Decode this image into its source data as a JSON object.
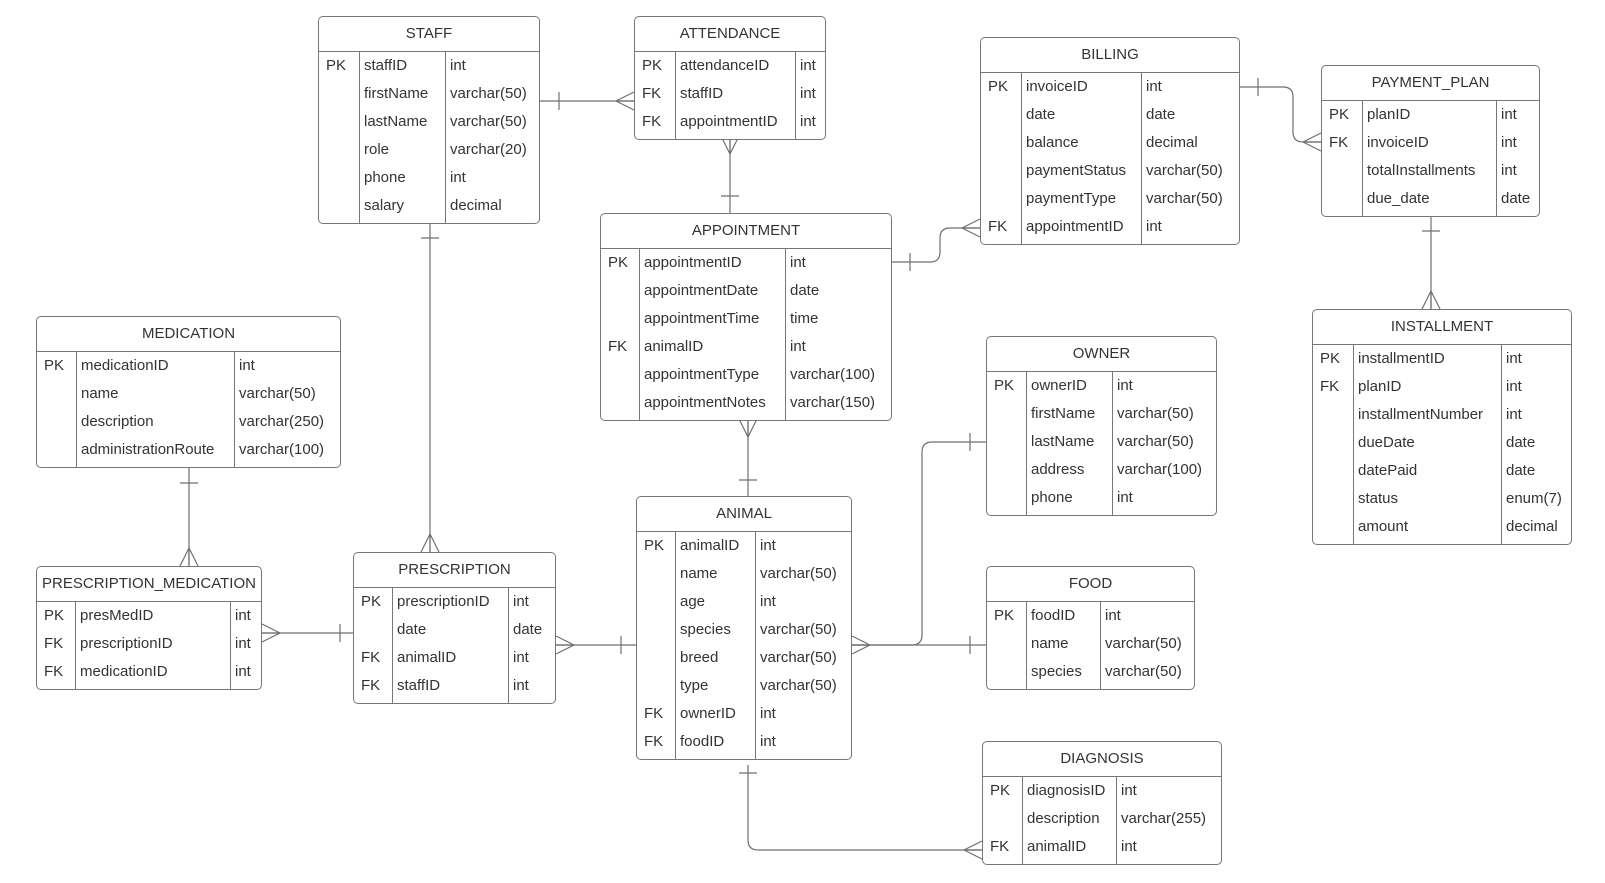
{
  "entities": [
    {
      "id": "staff",
      "title": "STAFF",
      "rows": [
        {
          "key": "PK",
          "name": "staffID",
          "type": "int"
        },
        {
          "key": "",
          "name": "firstName",
          "type": "varchar(50)"
        },
        {
          "key": "",
          "name": "lastName",
          "type": "varchar(50)"
        },
        {
          "key": "",
          "name": "role",
          "type": "varchar(20)"
        },
        {
          "key": "",
          "name": "phone",
          "type": "int"
        },
        {
          "key": "",
          "name": "salary",
          "type": "decimal"
        }
      ]
    },
    {
      "id": "attendance",
      "title": "ATTENDANCE",
      "rows": [
        {
          "key": "PK",
          "name": "attendanceID",
          "type": "int"
        },
        {
          "key": "FK",
          "name": "staffID",
          "type": "int"
        },
        {
          "key": "FK",
          "name": "appointmentID",
          "type": "int"
        }
      ]
    },
    {
      "id": "billing",
      "title": "BILLING",
      "rows": [
        {
          "key": "PK",
          "name": "invoiceID",
          "type": "int"
        },
        {
          "key": "",
          "name": "date",
          "type": "date"
        },
        {
          "key": "",
          "name": "balance",
          "type": "decimal"
        },
        {
          "key": "",
          "name": "paymentStatus",
          "type": "varchar(50)"
        },
        {
          "key": "",
          "name": "paymentType",
          "type": "varchar(50)"
        },
        {
          "key": "FK",
          "name": "appointmentID",
          "type": "int"
        }
      ]
    },
    {
      "id": "payment_plan",
      "title": "PAYMENT_PLAN",
      "rows": [
        {
          "key": "PK",
          "name": "planID",
          "type": "int"
        },
        {
          "key": "FK",
          "name": "invoiceID",
          "type": "int"
        },
        {
          "key": "",
          "name": "totalInstallments",
          "type": "int"
        },
        {
          "key": "",
          "name": "due_date",
          "type": "date"
        }
      ]
    },
    {
      "id": "appointment",
      "title": "APPOINTMENT",
      "rows": [
        {
          "key": "PK",
          "name": "appointmentID",
          "type": "int"
        },
        {
          "key": "",
          "name": "appointmentDate",
          "type": "date"
        },
        {
          "key": "",
          "name": "appointmentTime",
          "type": "time"
        },
        {
          "key": "FK",
          "name": "animalID",
          "type": "int"
        },
        {
          "key": "",
          "name": "appointmentType",
          "type": "varchar(100)"
        },
        {
          "key": "",
          "name": "appointmentNotes",
          "type": "varchar(150)"
        }
      ]
    },
    {
      "id": "medication",
      "title": "MEDICATION",
      "rows": [
        {
          "key": "PK",
          "name": "medicationID",
          "type": "int"
        },
        {
          "key": "",
          "name": "name",
          "type": "varchar(50)"
        },
        {
          "key": "",
          "name": "description",
          "type": "varchar(250)"
        },
        {
          "key": "",
          "name": "administrationRoute",
          "type": "varchar(100)"
        }
      ]
    },
    {
      "id": "owner",
      "title": "OWNER",
      "rows": [
        {
          "key": "PK",
          "name": "ownerID",
          "type": "int"
        },
        {
          "key": "",
          "name": "firstName",
          "type": "varchar(50)"
        },
        {
          "key": "",
          "name": "lastName",
          "type": "varchar(50)"
        },
        {
          "key": "",
          "name": "address",
          "type": "varchar(100)"
        },
        {
          "key": "",
          "name": "phone",
          "type": "int"
        }
      ]
    },
    {
      "id": "installment",
      "title": "INSTALLMENT",
      "rows": [
        {
          "key": "PK",
          "name": "installmentID",
          "type": "int"
        },
        {
          "key": "FK",
          "name": "planID",
          "type": "int"
        },
        {
          "key": "",
          "name": "installmentNumber",
          "type": "int"
        },
        {
          "key": "",
          "name": "dueDate",
          "type": "date"
        },
        {
          "key": "",
          "name": "datePaid",
          "type": "date"
        },
        {
          "key": "",
          "name": "status",
          "type": "enum(7)"
        },
        {
          "key": "",
          "name": "amount",
          "type": "decimal"
        }
      ]
    },
    {
      "id": "animal",
      "title": "ANIMAL",
      "rows": [
        {
          "key": "PK",
          "name": "animalID",
          "type": "int"
        },
        {
          "key": "",
          "name": "name",
          "type": "varchar(50)"
        },
        {
          "key": "",
          "name": "age",
          "type": "int"
        },
        {
          "key": "",
          "name": "species",
          "type": "varchar(50)"
        },
        {
          "key": "",
          "name": "breed",
          "type": "varchar(50)"
        },
        {
          "key": "",
          "name": "type",
          "type": "varchar(50)"
        },
        {
          "key": "FK",
          "name": "ownerID",
          "type": "int"
        },
        {
          "key": "FK",
          "name": "foodID",
          "type": "int"
        }
      ]
    },
    {
      "id": "prescription",
      "title": "PRESCRIPTION",
      "rows": [
        {
          "key": "PK",
          "name": "prescriptionID",
          "type": "int"
        },
        {
          "key": "",
          "name": "date",
          "type": "date"
        },
        {
          "key": "FK",
          "name": "animalID",
          "type": "int"
        },
        {
          "key": "FK",
          "name": "staffID",
          "type": "int"
        }
      ]
    },
    {
      "id": "prescription_medication",
      "title": "PRESCRIPTION_MEDICATION",
      "rows": [
        {
          "key": "PK",
          "name": "presMedID",
          "type": "int"
        },
        {
          "key": "FK",
          "name": "prescriptionID",
          "type": "int"
        },
        {
          "key": "FK",
          "name": "medicationID",
          "type": "int"
        }
      ]
    },
    {
      "id": "food",
      "title": "FOOD",
      "rows": [
        {
          "key": "PK",
          "name": "foodID",
          "type": "int"
        },
        {
          "key": "",
          "name": "name",
          "type": "varchar(50)"
        },
        {
          "key": "",
          "name": "species",
          "type": "varchar(50)"
        }
      ]
    },
    {
      "id": "diagnosis",
      "title": "DIAGNOSIS",
      "rows": [
        {
          "key": "PK",
          "name": "diagnosisID",
          "type": "int"
        },
        {
          "key": "",
          "name": "description",
          "type": "varchar(255)"
        },
        {
          "key": "FK",
          "name": "animalID",
          "type": "int"
        }
      ]
    }
  ],
  "relationships": [
    {
      "from": "staff",
      "to": "attendance",
      "from_card": "one",
      "to_card": "many"
    },
    {
      "from": "appointment",
      "to": "attendance",
      "from_card": "one",
      "to_card": "many"
    },
    {
      "from": "appointment",
      "to": "billing",
      "from_card": "one",
      "to_card": "many"
    },
    {
      "from": "billing",
      "to": "payment_plan",
      "from_card": "one",
      "to_card": "many"
    },
    {
      "from": "payment_plan",
      "to": "installment",
      "from_card": "one",
      "to_card": "many"
    },
    {
      "from": "animal",
      "to": "appointment",
      "from_card": "one",
      "to_card": "many"
    },
    {
      "from": "staff",
      "to": "prescription",
      "from_card": "one",
      "to_card": "many"
    },
    {
      "from": "medication",
      "to": "prescription_medication",
      "from_card": "one",
      "to_card": "many"
    },
    {
      "from": "prescription",
      "to": "prescription_medication",
      "from_card": "one",
      "to_card": "many"
    },
    {
      "from": "animal",
      "to": "prescription",
      "from_card": "one",
      "to_card": "many"
    },
    {
      "from": "owner",
      "to": "animal",
      "from_card": "one",
      "to_card": "many"
    },
    {
      "from": "food",
      "to": "animal",
      "from_card": "one",
      "to_card": "many"
    },
    {
      "from": "animal",
      "to": "diagnosis",
      "from_card": "one",
      "to_card": "many"
    }
  ]
}
